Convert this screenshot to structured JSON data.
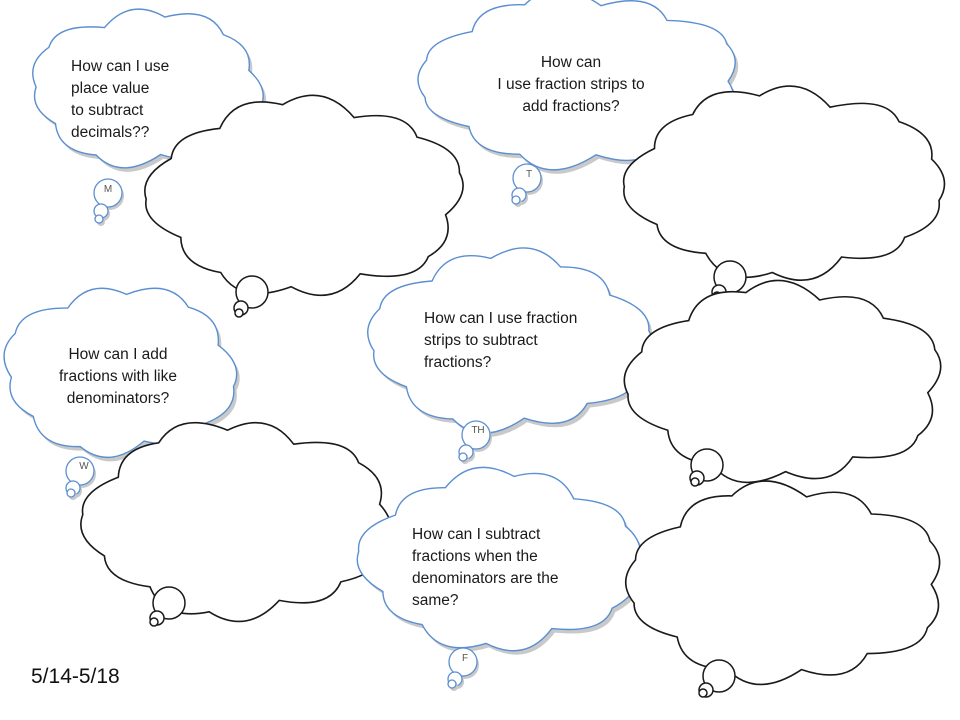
{
  "slide": {
    "date_range": "5/14-5/18",
    "colors": {
      "blue_cloud_stroke": "#5b8fd1",
      "answer_cloud_stroke": "#1a1a1a",
      "fill": "#ffffff"
    },
    "questions": [
      {
        "day": "M",
        "text": "How can I use\nplace value\nto subtract\ndecimals??"
      },
      {
        "day": "T",
        "text": "How can\nI use fraction strips to\nadd fractions?"
      },
      {
        "day": "W",
        "text": "How can I add\nfractions with like\ndenominators?"
      },
      {
        "day": "TH",
        "text": "How can I use fraction\nstrips to subtract\nfractions?"
      },
      {
        "day": "F",
        "text": "How can I subtract\nfractions when the\ndenominators are the\nsame?"
      }
    ],
    "answer_clouds": [
      {
        "content": ""
      },
      {
        "content": ""
      },
      {
        "content": ""
      },
      {
        "content": ""
      },
      {
        "content": ""
      }
    ]
  }
}
